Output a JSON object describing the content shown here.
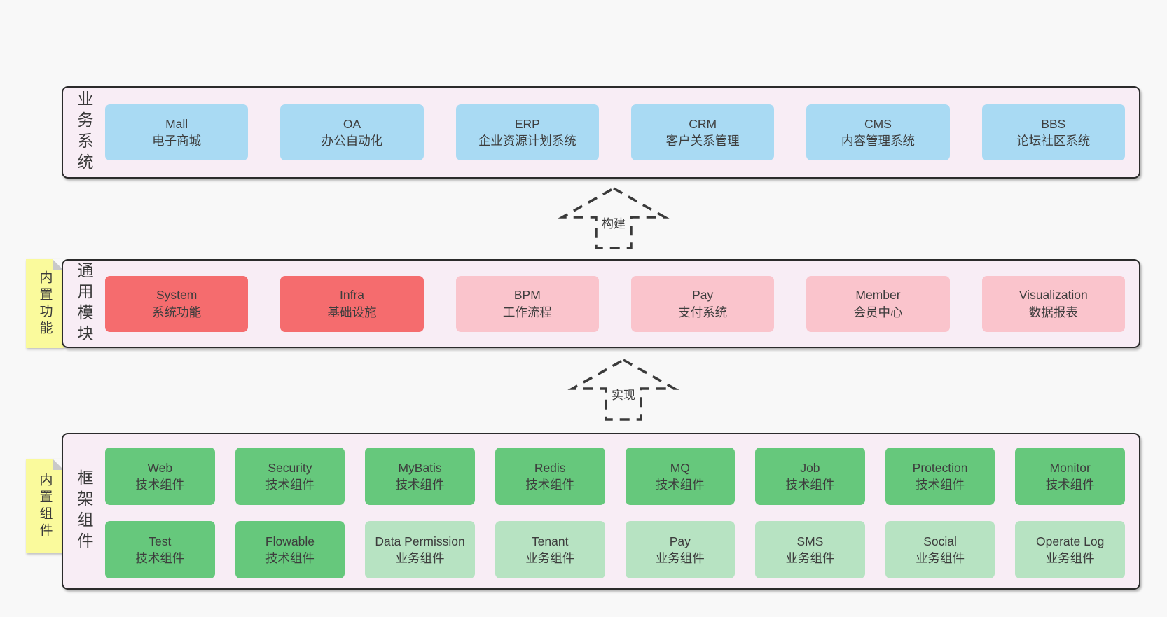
{
  "colors": {
    "page_bg": "#f8f8f8",
    "layer_bg": "#f8edf5",
    "layer_border": "#2b2b2b",
    "blue_box": "#a9daf3",
    "red_box": "#f56c6e",
    "pink_box": "#fac4cc",
    "green_box": "#66c87c",
    "light_green_box": "#b7e3c2",
    "sticky_yellow": "#fafa9c",
    "fold_gray": "#c9c9c9",
    "text": "#3d3d3d"
  },
  "layers": {
    "business": {
      "label": "业务系统",
      "boxes": [
        {
          "title": "Mall",
          "subtitle": "电子商城"
        },
        {
          "title": "OA",
          "subtitle": "办公自动化"
        },
        {
          "title": "ERP",
          "subtitle": "企业资源计划系统"
        },
        {
          "title": "CRM",
          "subtitle": "客户关系管理"
        },
        {
          "title": "CMS",
          "subtitle": "内容管理系统"
        },
        {
          "title": "BBS",
          "subtitle": "论坛社区系统"
        }
      ]
    },
    "modules": {
      "label": "通用模块",
      "sticky": "内置功能",
      "boxes": [
        {
          "title": "System",
          "subtitle": "系统功能"
        },
        {
          "title": "Infra",
          "subtitle": "基础设施"
        },
        {
          "title": "BPM",
          "subtitle": "工作流程"
        },
        {
          "title": "Pay",
          "subtitle": "支付系统"
        },
        {
          "title": "Member",
          "subtitle": "会员中心"
        },
        {
          "title": "Visualization",
          "subtitle": "数据报表"
        }
      ]
    },
    "components": {
      "label": "框架组件",
      "sticky": "内置组件",
      "row1": [
        {
          "title": "Web",
          "subtitle": "技术组件"
        },
        {
          "title": "Security",
          "subtitle": "技术组件"
        },
        {
          "title": "MyBatis",
          "subtitle": "技术组件"
        },
        {
          "title": "Redis",
          "subtitle": "技术组件"
        },
        {
          "title": "MQ",
          "subtitle": "技术组件"
        },
        {
          "title": "Job",
          "subtitle": "技术组件"
        },
        {
          "title": "Protection",
          "subtitle": "技术组件"
        },
        {
          "title": "Monitor",
          "subtitle": "技术组件"
        }
      ],
      "row2": [
        {
          "title": "Test",
          "subtitle": "技术组件"
        },
        {
          "title": "Flowable",
          "subtitle": "技术组件"
        },
        {
          "title": "Data Permission",
          "subtitle": "业务组件"
        },
        {
          "title": "Tenant",
          "subtitle": "业务组件"
        },
        {
          "title": "Pay",
          "subtitle": "业务组件"
        },
        {
          "title": "SMS",
          "subtitle": "业务组件"
        },
        {
          "title": "Social",
          "subtitle": "业务组件"
        },
        {
          "title": "Operate Log",
          "subtitle": "业务组件"
        }
      ]
    }
  },
  "arrows": [
    {
      "label": "构建"
    },
    {
      "label": "实现"
    }
  ]
}
